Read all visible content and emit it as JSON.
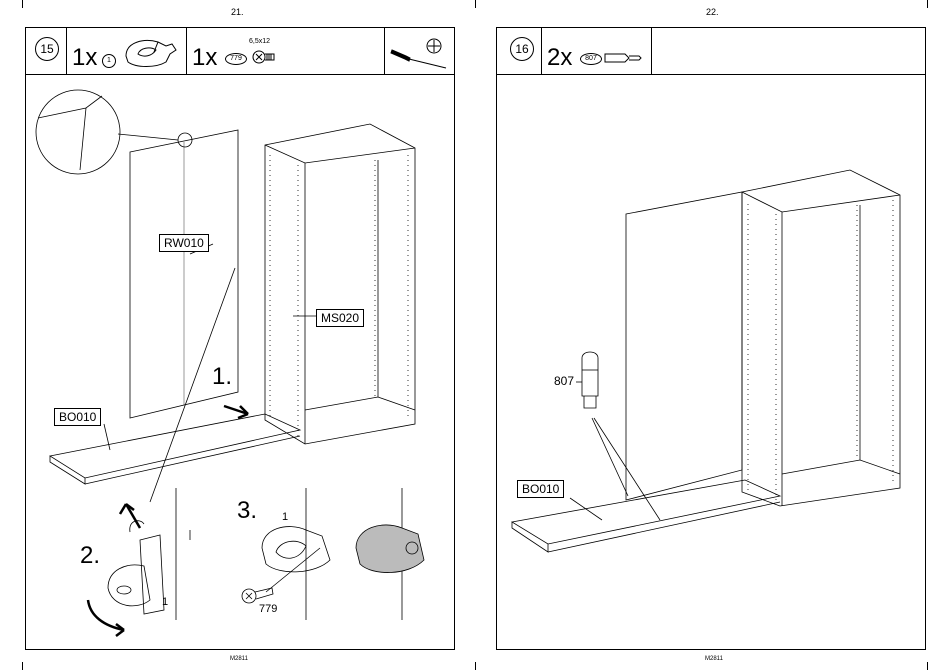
{
  "left_page": {
    "page_number": "21.",
    "footer_code": "M2811",
    "step": {
      "number": "15",
      "parts": [
        {
          "qty": "1x",
          "ref": "1"
        },
        {
          "qty": "1x",
          "ref": "779",
          "spec": "6,5x12"
        }
      ],
      "tool_icon": "screwdriver-phillips-icon"
    },
    "labels": {
      "panel": "RW010",
      "cabinet": "MS020",
      "base": "BO010",
      "part_1": "1",
      "part_1b": "1",
      "screw": "779"
    },
    "substeps": [
      "1.",
      "2.",
      "3."
    ]
  },
  "right_page": {
    "page_number": "22.",
    "footer_code": "M2811",
    "step": {
      "number": "16",
      "parts": [
        {
          "qty": "2x",
          "ref": "807"
        }
      ]
    },
    "labels": {
      "pin": "807",
      "base": "BO010"
    }
  }
}
